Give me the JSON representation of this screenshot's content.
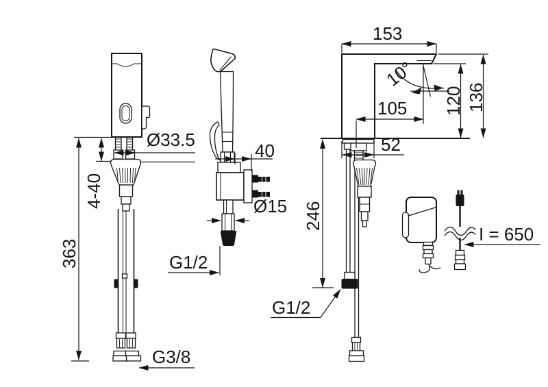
{
  "drawing": {
    "background": "#ffffff",
    "line_color": "#151515",
    "labels": {
      "total_height_front": "363",
      "deck_thickness_range": "4-40",
      "hole_diameter": "Ø33.5",
      "supply_thread": "G3/8",
      "spray_holder_offset": "40",
      "spray_pipe_diameter": "Ø15",
      "spray_thread": "G1/2",
      "spout_top_width": "153",
      "spout_angle": "10°",
      "spout_reach": "105",
      "spout_outlet_height": "120",
      "total_height_side": "136",
      "body_depth": "52",
      "hose_length": "246",
      "hose_thread": "G1/2",
      "cable_length": "I = 650"
    }
  }
}
